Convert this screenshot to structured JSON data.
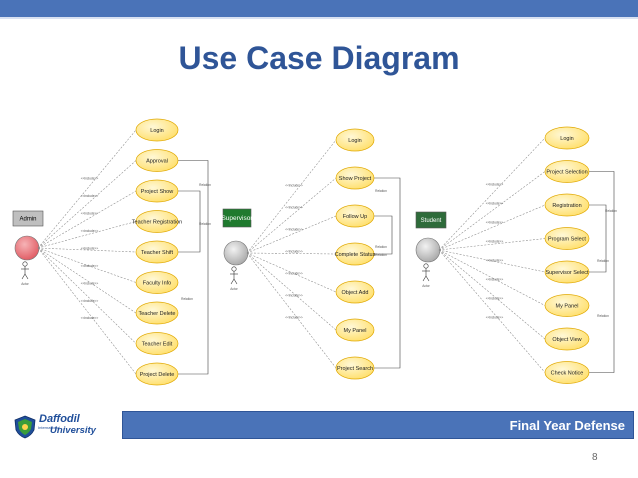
{
  "slide": {
    "title": "Use Case Diagram",
    "footer_text": "Final Year Defense",
    "page_number": "8",
    "logo_name": "Daffodil",
    "logo_subname": "University",
    "logo_tag": "International"
  },
  "diagrams": [
    {
      "actor_box_label": "Admin",
      "actor_label": "Actor",
      "actor_color": "#e8747a",
      "box_color": "#bfbfbf",
      "use_cases": [
        "Login",
        "Approval",
        "Project Show",
        "Teacher Registration",
        "Teacher Shift",
        "Faculty Info",
        "Teacher Delete",
        "Teacher Edit",
        "Project Delete"
      ],
      "relations": [
        "Relation",
        "Relation",
        "Relation"
      ]
    },
    {
      "actor_box_label": "Supervisor",
      "actor_label": "Actor",
      "actor_color": "#bfbfbf",
      "box_color": "#1f7a2e",
      "use_cases": [
        "Login",
        "Show Project",
        "Follow Up",
        "Complete Status",
        "Object Add",
        "My Panel",
        "Project Search"
      ],
      "relations": [
        "Relation",
        "Relation",
        "Relation"
      ]
    },
    {
      "actor_box_label": "Student",
      "actor_label": "Actor",
      "actor_color": "#bfbfbf",
      "box_color": "#2e6b3a",
      "use_cases": [
        "Login",
        "Project Selection",
        "Registration",
        "Program Select",
        "Supervisor Select",
        "My Panel",
        "Object View",
        "Check Notice"
      ],
      "relations": [
        "Relation",
        "Relation",
        "Relation"
      ]
    }
  ],
  "include_label": "<<include>>",
  "colors": {
    "use_case_fill": "#ffeb9c",
    "use_case_stroke": "#e0a800",
    "footer_bar": "#4a73b8",
    "title": "#2f5597"
  }
}
